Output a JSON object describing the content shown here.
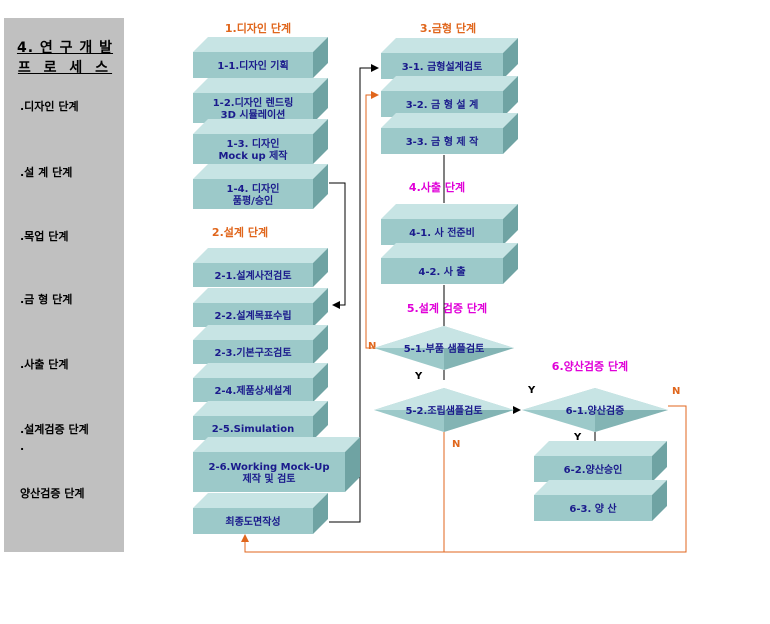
{
  "sidebar": {
    "title_line1": "4. 연 구 개 발",
    "title_line2": "프 로 세 스",
    "items": [
      {
        "label": ".디자인 단계"
      },
      {
        "label": ".설 계   단계"
      },
      {
        "label": ".목업  단계"
      },
      {
        "label": ".금 형   단계"
      },
      {
        "label": ".사출   단계"
      },
      {
        "label": ".설계검증 단계"
      },
      {
        "label": "양산검증 단계"
      }
    ],
    "dot": "."
  },
  "stages": {
    "design": "1.디자인 단계",
    "engineering": "2.설계  단계",
    "mold": "3.금형 단계",
    "injection": "4.사출  단계",
    "verification": "5.설계   검증 단계",
    "production": "6.양산검증 단계"
  },
  "colors": {
    "stage_orange": "#e0661c",
    "stage_magenta": "#e000d8",
    "box_text": "#1a1a8c",
    "box_front": "#9cc9c9",
    "box_top": "#c7e4e4",
    "box_side": "#6fa3a3",
    "arrow_line": "#000000",
    "loop_line": "#e0661c"
  },
  "boxes": {
    "b1_1": [
      "1-1.디자인 기획"
    ],
    "b1_2": [
      "1-2.디자인 렌드링",
      "3D 시뮬레이션"
    ],
    "b1_3": [
      "1-3. 디자인",
      "Mock up 제작"
    ],
    "b1_4": [
      "1-4. 디자인",
      "품평/승인"
    ],
    "b2_1": [
      "2-1.설계사전검토"
    ],
    "b2_2": [
      "2-2.설계목표수립"
    ],
    "b2_3": [
      "2-3.기본구조검토"
    ],
    "b2_4": [
      "2-4.제품상세설계"
    ],
    "b2_5": [
      "2-5.Simulation"
    ],
    "b2_6": [
      "2-6.Working Mock-Up",
      "제작 및 검토"
    ],
    "b2_7": [
      "최종도면작성"
    ],
    "b3_1": [
      "3-1. 금형설계검토"
    ],
    "b3_2": [
      "3-2. 금 형 설 계"
    ],
    "b3_3": [
      "3-3. 금 형 제 작"
    ],
    "b4_1": [
      "4-1.  사 전준비"
    ],
    "b4_2": [
      "4-2.  사   출"
    ],
    "d5_1": [
      "5-1.부품 샘플검토"
    ],
    "d5_2": [
      "5-2.조립샘플검토"
    ],
    "d6_1": [
      "6-1.양산검증"
    ],
    "b6_2": [
      "6-2.양산승인"
    ],
    "b6_3": [
      "6-3.  양      산"
    ]
  },
  "branch_labels": {
    "n_left": "N",
    "y_5_1": "Y",
    "n_5_2": "N",
    "y_6_1": "Y",
    "y_6_1_down": "Y",
    "n_6_1": "N"
  }
}
